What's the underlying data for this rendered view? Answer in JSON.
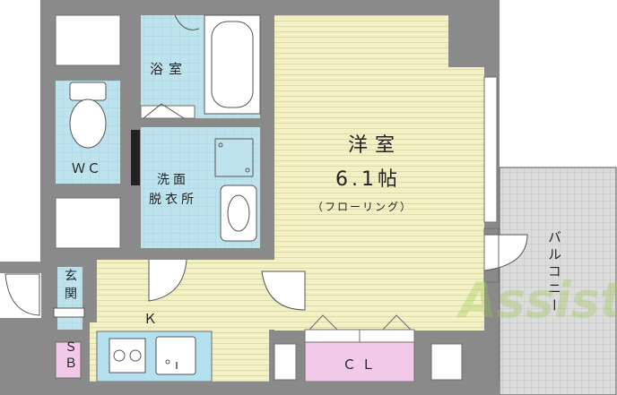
{
  "floorplan": {
    "rooms": {
      "bath": "浴室",
      "washroom": "洗面\n脱衣所",
      "wc": "ＷＣ",
      "western_room": {
        "name": "洋室",
        "size": "6.1帖",
        "flooring": "（フローリング）"
      },
      "kitchen": "Ｋ",
      "entrance": "玄関",
      "shoe_box": "ＳＢ",
      "closet": "ＣＬ",
      "balcony": "バルコニー"
    },
    "watermark": "Assist"
  },
  "colors": {
    "wall": "#888888",
    "western_floor": "#f3f1c4",
    "water_area": "#bfe3ec",
    "closet": "#f2c9e8",
    "kitchen_counter": "#b4e0ef",
    "balcony": "#dcdcdc",
    "watermark": "#9bc850"
  }
}
